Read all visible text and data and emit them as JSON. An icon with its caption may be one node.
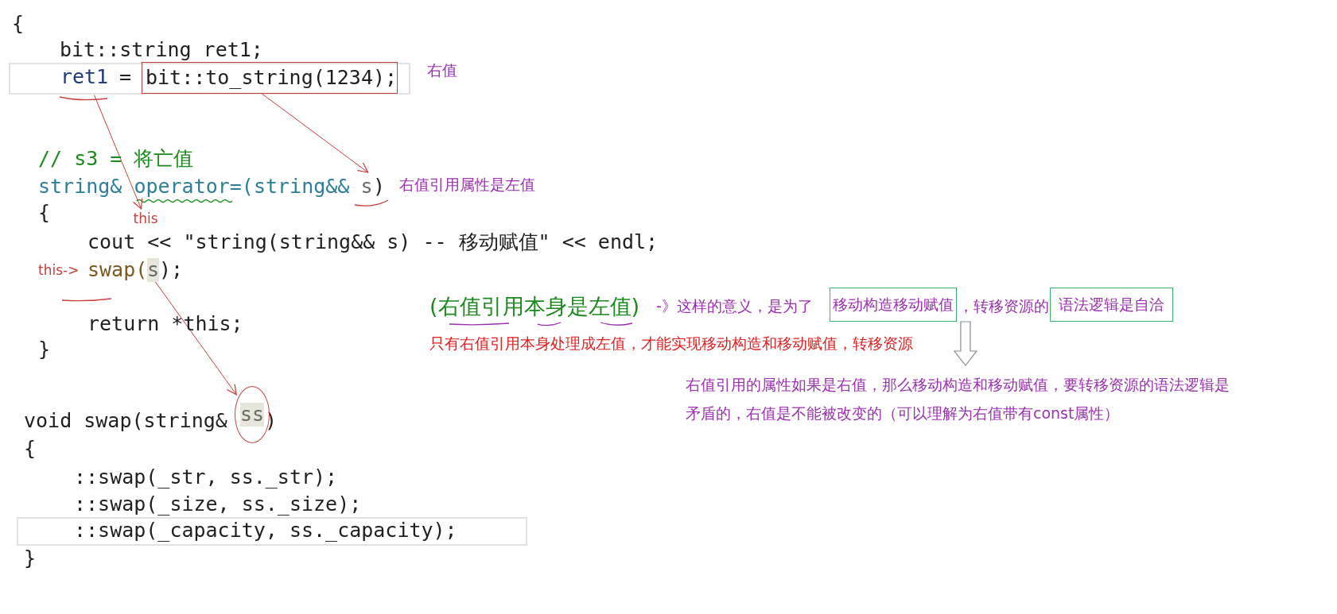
{
  "diagram": {
    "nodes": [
      {
        "text": [
          "ret1"
        ]
      },
      {
        "text": [
          "bit::to_string(1234);"
        ]
      },
      {
        "text": [
          "s"
        ]
      },
      {
        "text": [
          "this"
        ]
      },
      {
        "text": [
          "s"
        ]
      },
      {
        "text": [
          "移动构造移动赋值"
        ]
      },
      {
        "text": [
          "语法逻辑是自洽"
        ]
      },
      {
        "text": [
          "右值引用的属性如果是右值，那么移动构造和移动赋值，要转移资源的语法逻辑是矛盾的，右值是不能被改变的（可以理解为右值带有const属性）"
        ]
      },
      {
        "text": [
          "ss"
        ]
      }
    ],
    "edges": [
      {
        "from": 0,
        "to": 3,
        "arrow": "to"
      },
      {
        "from": 1,
        "to": 2,
        "arrow": "to"
      },
      {
        "from": 4,
        "to": 8,
        "arrow": "to"
      },
      {
        "from": null,
        "to": 7,
        "arrow": "to",
        "color": "#8c8c8c"
      }
    ],
    "labels": [
      "{",
      "bit::string ret1;",
      "=",
      "右值",
      "// s3 = 将亡值",
      "string& operator=(string&&",
      ")",
      "右值引用属性是左值",
      "{",
      "cout << \"string(string&& s) -- 移动赋值\" << endl;",
      "this->",
      "swap(",
      ");",
      "return *this;",
      "}",
      "(右值引用本身是左值)",
      "-》这样的意义，是为了",
      "，转移资源的",
      "只有右值引用本身处理成左值，才能实现移动构造和移动赋值，转移资源",
      "void swap(string&",
      ")",
      "{",
      "::swap(_str, ss._str);",
      "::swap(_size, ss._size);",
      "::swap(_capacity, ss._capacity);",
      "}"
    ]
  }
}
